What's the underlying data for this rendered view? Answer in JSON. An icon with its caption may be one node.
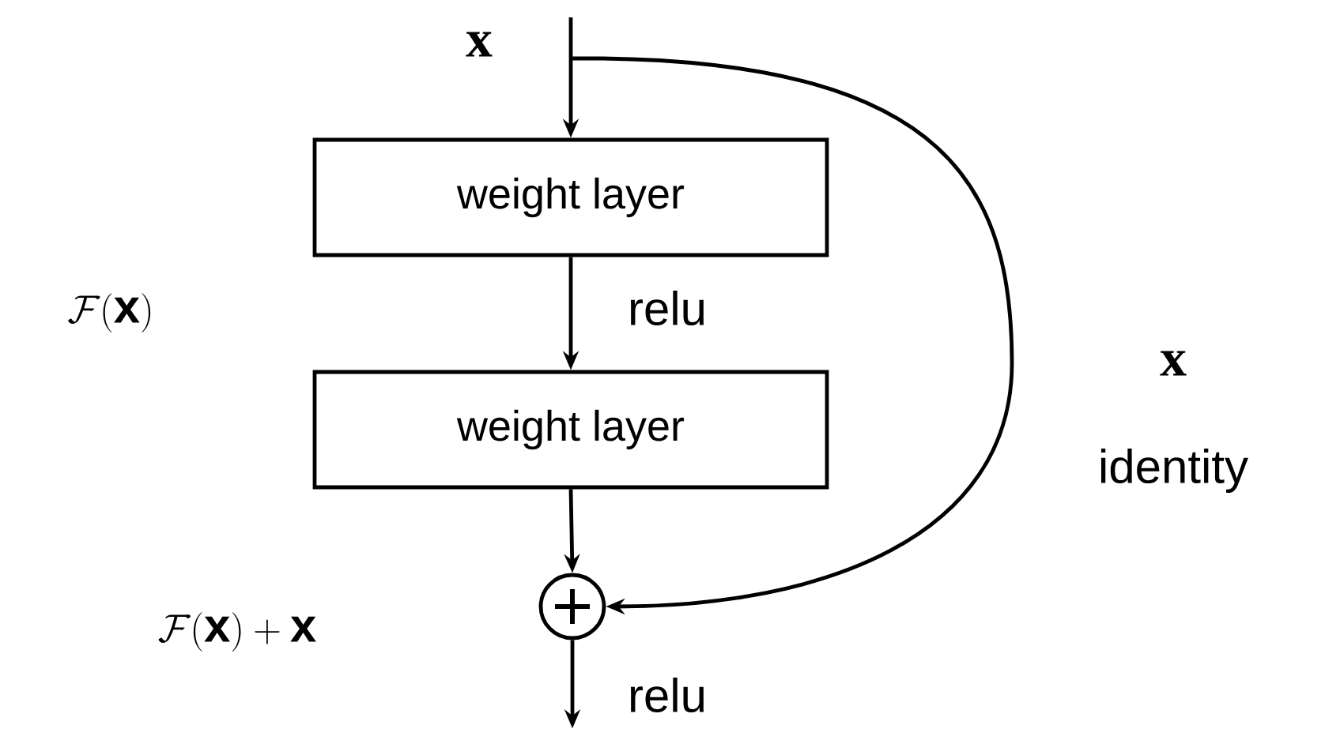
{
  "diagram": {
    "nodes": [
      {
        "text": [
          "x"
        ]
      },
      {
        "text": [
          "weight layer"
        ]
      },
      {
        "text": [
          "weight layer"
        ]
      },
      {
        "text": [],
        "shape": "circle"
      }
    ],
    "edges": [
      {
        "from": 0,
        "to": 1,
        "arrow": "to"
      },
      {
        "from": 1,
        "to": 2,
        "arrow": "to",
        "label": "relu"
      },
      {
        "from": 2,
        "to": 3,
        "arrow": "to"
      },
      {
        "from": 0,
        "to": 3,
        "arrow": "to"
      },
      {
        "from": 3,
        "to": null,
        "arrow": "to",
        "label": "relu"
      }
    ],
    "labels": [
      "\\mathcal{F}(\\mathbf{x})",
      "x",
      "identity",
      "\\mathcal{F}(\\mathbf{x}) + \\mathbf{x}"
    ]
  }
}
